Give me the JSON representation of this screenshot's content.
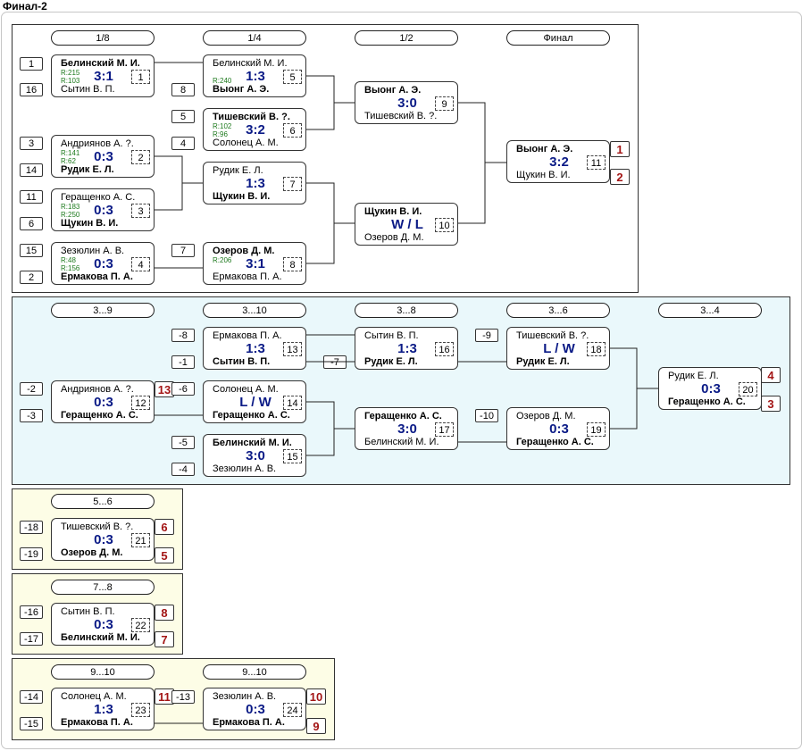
{
  "title": "Финал-2",
  "sections": {
    "main": {
      "rounds": [
        "1/8",
        "1/4",
        "1/2",
        "Финал"
      ],
      "matches": [
        {
          "id": "m1",
          "num": "1",
          "top": "Белинский М. И.",
          "bot": "Сытин В. П.",
          "score": "3:1",
          "winner": "top",
          "rating_top": "R:215",
          "rating_bot": "R:103",
          "seed_top": "1",
          "seed_bot": "16"
        },
        {
          "id": "m2",
          "num": "2",
          "top": "Андриянов А. ?.",
          "bot": "Рудик Е. Л.",
          "score": "0:3",
          "winner": "bot",
          "rating_top": "R:141",
          "rating_bot": "R:62",
          "seed_top": "3",
          "seed_bot": "14"
        },
        {
          "id": "m3",
          "num": "3",
          "top": "Геращенко А. С.",
          "bot": "Щукин В. И.",
          "score": "0:3",
          "winner": "bot",
          "rating_top": "R:183",
          "rating_bot": "R:250",
          "seed_top": "11",
          "seed_bot": "6"
        },
        {
          "id": "m4",
          "num": "4",
          "top": "Зезюлин А. В.",
          "bot": "Ермакова П. А.",
          "score": "0:3",
          "winner": "bot",
          "rating_top": "R:48",
          "rating_bot": "R:156",
          "seed_top": "15",
          "seed_bot": "2"
        },
        {
          "id": "m5",
          "num": "5",
          "top": "Белинский М. И.",
          "bot": "Выонг А. Э.",
          "score": "1:3",
          "winner": "bot",
          "rating_top": "",
          "rating_bot": "R:240",
          "seed_top": "",
          "seed_bot": "8"
        },
        {
          "id": "m6",
          "num": "6",
          "top": "Тишевский В. ?.",
          "bot": "Солонец А. М.",
          "score": "3:2",
          "winner": "top",
          "rating_top": "R:102",
          "rating_bot": "R:96",
          "seed_top": "5",
          "seed_bot": "4"
        },
        {
          "id": "m7",
          "num": "7",
          "top": "Рудик Е. Л.",
          "bot": "Щукин В. И.",
          "score": "1:3",
          "winner": "bot",
          "rating_top": "",
          "rating_bot": "",
          "seed_top": "",
          "seed_bot": ""
        },
        {
          "id": "m8",
          "num": "8",
          "top": "Озеров Д. М.",
          "bot": "Ермакова П. А.",
          "score": "3:1",
          "winner": "top",
          "rating_top": "R:206",
          "rating_bot": "",
          "seed_top": "7",
          "seed_bot": ""
        },
        {
          "id": "m9",
          "num": "9",
          "top": "Выонг А. Э.",
          "bot": "Тишевский В. ?.",
          "score": "3:0",
          "winner": "top",
          "rating_top": "",
          "rating_bot": "",
          "seed_top": "",
          "seed_bot": ""
        },
        {
          "id": "m10",
          "num": "10",
          "top": "Щукин В. И.",
          "bot": "Озеров Д. М.",
          "score": "W / L",
          "winner": "top",
          "rating_top": "",
          "rating_bot": "",
          "seed_top": "",
          "seed_bot": ""
        },
        {
          "id": "m11",
          "num": "11",
          "top": "Выонг А. Э.",
          "bot": "Щукин В. И.",
          "score": "3:2",
          "winner": "top",
          "rating_top": "",
          "rating_bot": "",
          "seed_top": "",
          "seed_bot": "",
          "place_top": "1",
          "place_bot": "2"
        }
      ]
    },
    "cons": {
      "rounds": [
        "3...9",
        "3...10",
        "3...8",
        "3...6",
        "3...4"
      ],
      "matches": [
        {
          "id": "m12",
          "num": "12",
          "top": "Андриянов А. ?.",
          "bot": "Геращенко А. С.",
          "score": "0:3",
          "winner": "bot",
          "seed_top": "-2",
          "seed_bot": "-3",
          "place_top": "13"
        },
        {
          "id": "m13",
          "num": "13",
          "top": "Ермакова П. А.",
          "bot": "Сытин В. П.",
          "score": "1:3",
          "winner": "bot",
          "seed_top": "-8",
          "seed_bot": "-1"
        },
        {
          "id": "m14",
          "num": "14",
          "top": "Солонец А. М.",
          "bot": "Геращенко А. С.",
          "score": "L / W",
          "winner": "bot",
          "seed_top": "-6",
          "seed_bot": ""
        },
        {
          "id": "m15",
          "num": "15",
          "top": "Белинский М. И.",
          "bot": "Зезюлин А. В.",
          "score": "3:0",
          "winner": "top",
          "seed_top": "-5",
          "seed_bot": "-4"
        },
        {
          "id": "m16",
          "num": "16",
          "top": "Сытин В. П.",
          "bot": "Рудик Е. Л.",
          "score": "1:3",
          "winner": "bot",
          "seed_top": "",
          "seed_bot": "-7"
        },
        {
          "id": "m17",
          "num": "17",
          "top": "Геращенко А. С.",
          "bot": "Белинский М. И.",
          "score": "3:0",
          "winner": "top",
          "seed_top": "",
          "seed_bot": ""
        },
        {
          "id": "m18",
          "num": "18",
          "top": "Тишевский В. ?.",
          "bot": "Рудик Е. Л.",
          "score": "L / W",
          "winner": "bot",
          "seed_top": "-9",
          "seed_bot": ""
        },
        {
          "id": "m19",
          "num": "19",
          "top": "Озеров Д. М.",
          "bot": "Геращенко А. С.",
          "score": "0:3",
          "winner": "bot",
          "seed_top": "-10",
          "seed_bot": ""
        },
        {
          "id": "m20",
          "num": "20",
          "top": "Рудик Е. Л.",
          "bot": "Геращенко А. С.",
          "score": "0:3",
          "winner": "bot",
          "seed_top": "",
          "seed_bot": "",
          "place_top": "4",
          "place_bot": "3"
        }
      ]
    },
    "p56": {
      "rounds": [
        "5...6"
      ],
      "matches": [
        {
          "id": "m21",
          "num": "21",
          "top": "Тишевский В. ?.",
          "bot": "Озеров Д. М.",
          "score": "0:3",
          "winner": "bot",
          "seed_top": "-18",
          "seed_bot": "-19",
          "place_top": "6",
          "place_bot": "5"
        }
      ]
    },
    "p78": {
      "rounds": [
        "7...8"
      ],
      "matches": [
        {
          "id": "m22",
          "num": "22",
          "top": "Сытин В. П.",
          "bot": "Белинский М. И.",
          "score": "0:3",
          "winner": "bot",
          "seed_top": "-16",
          "seed_bot": "-17",
          "place_top": "8",
          "place_bot": "7"
        }
      ]
    },
    "p910": {
      "rounds": [
        "9...10",
        "9...10"
      ],
      "matches": [
        {
          "id": "m23",
          "num": "23",
          "top": "Солонец А. М.",
          "bot": "Ермакова П. А.",
          "score": "1:3",
          "winner": "bot",
          "seed_top": "-14",
          "seed_bot": "-15",
          "place_top": "11"
        },
        {
          "id": "m24",
          "num": "24",
          "top": "Зезюлин А. В.",
          "bot": "Ермакова П. А.",
          "score": "0:3",
          "winner": "bot",
          "seed_top": "-13",
          "seed_bot": "",
          "place_top": "10",
          "place_bot": "9"
        }
      ]
    }
  },
  "colors": {
    "score": "#0a1a86",
    "place": "#a31515",
    "rating": "#1e7a1e",
    "cons_bg": "#eaf8fb",
    "lower_bg": "#fdfde6"
  }
}
